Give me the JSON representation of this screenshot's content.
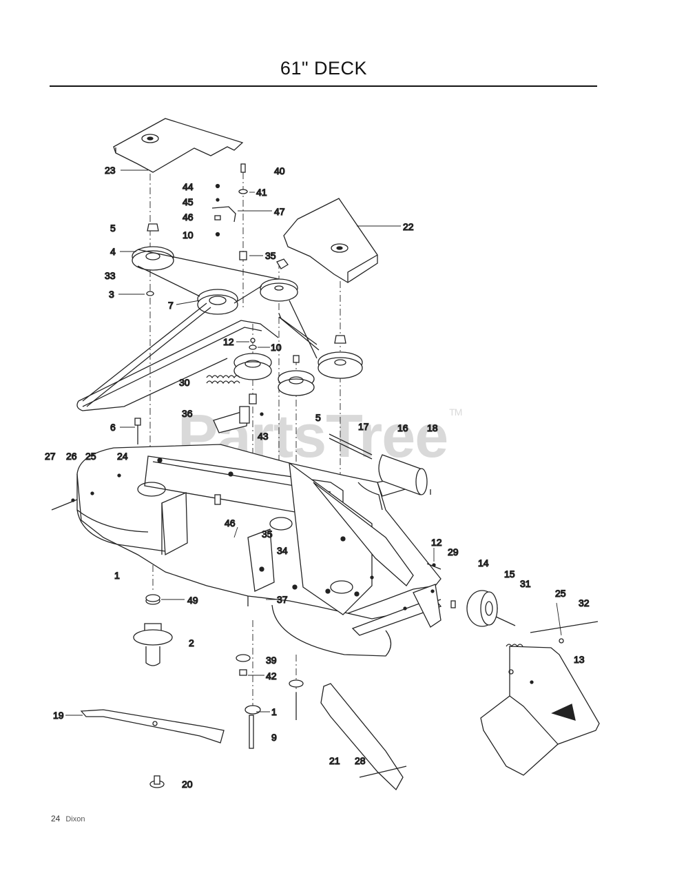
{
  "title": "61\" DECK",
  "footer": {
    "page": "24",
    "brand": "Dixon"
  },
  "watermark": {
    "text": "PartsTree",
    "tm": "TM"
  },
  "callouts": [
    {
      "id": "c23",
      "label": "23"
    },
    {
      "id": "c40",
      "label": "40"
    },
    {
      "id": "c44",
      "label": "44"
    },
    {
      "id": "c41",
      "label": "41"
    },
    {
      "id": "c45",
      "label": "45"
    },
    {
      "id": "c47",
      "label": "47"
    },
    {
      "id": "c46a",
      "label": "46"
    },
    {
      "id": "c10a",
      "label": "10"
    },
    {
      "id": "c22",
      "label": "22"
    },
    {
      "id": "c5a",
      "label": "5"
    },
    {
      "id": "c4",
      "label": "4"
    },
    {
      "id": "c35a",
      "label": "35"
    },
    {
      "id": "c33",
      "label": "33"
    },
    {
      "id": "c3",
      "label": "3"
    },
    {
      "id": "c7",
      "label": "7"
    },
    {
      "id": "c12a",
      "label": "12"
    },
    {
      "id": "c10b",
      "label": "10"
    },
    {
      "id": "c30a",
      "label": "30"
    },
    {
      "id": "c36",
      "label": "36"
    },
    {
      "id": "c6",
      "label": "6"
    },
    {
      "id": "c43",
      "label": "43"
    },
    {
      "id": "c5b",
      "label": "5"
    },
    {
      "id": "c17",
      "label": "17"
    },
    {
      "id": "c16",
      "label": "16"
    },
    {
      "id": "c18",
      "label": "18"
    },
    {
      "id": "c27",
      "label": "27"
    },
    {
      "id": "c26",
      "label": "26"
    },
    {
      "id": "c25a",
      "label": "25"
    },
    {
      "id": "c24",
      "label": "24"
    },
    {
      "id": "c46b",
      "label": "46"
    },
    {
      "id": "c35b",
      "label": "35"
    },
    {
      "id": "c34",
      "label": "34"
    },
    {
      "id": "c12b",
      "label": "12"
    },
    {
      "id": "c29",
      "label": "29"
    },
    {
      "id": "c14",
      "label": "14"
    },
    {
      "id": "c15",
      "label": "15"
    },
    {
      "id": "c31",
      "label": "31"
    },
    {
      "id": "c25b",
      "label": "25"
    },
    {
      "id": "c32",
      "label": "32"
    },
    {
      "id": "c1a",
      "label": "1"
    },
    {
      "id": "c37",
      "label": "37"
    },
    {
      "id": "c49",
      "label": "49"
    },
    {
      "id": "c2",
      "label": "2"
    },
    {
      "id": "c39",
      "label": "39"
    },
    {
      "id": "c42",
      "label": "42"
    },
    {
      "id": "c13",
      "label": "13"
    },
    {
      "id": "c1b",
      "label": "1"
    },
    {
      "id": "c19",
      "label": "19"
    },
    {
      "id": "c9",
      "label": "9"
    },
    {
      "id": "c21",
      "label": "21"
    },
    {
      "id": "c28",
      "label": "28"
    },
    {
      "id": "c20",
      "label": "20"
    }
  ]
}
